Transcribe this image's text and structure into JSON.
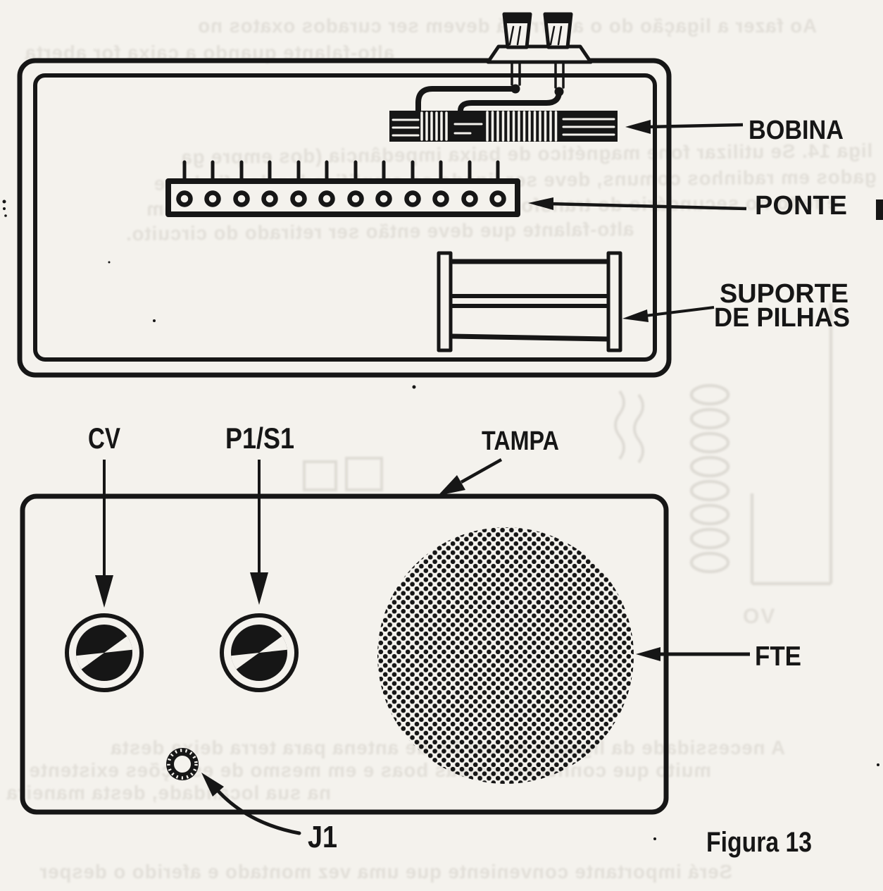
{
  "figure": {
    "caption": "Figura  13"
  },
  "top_view": {
    "labels": {
      "bobina": "BOBINA",
      "ponte": "PONTE",
      "suporte_line1": "SUPORTE",
      "suporte_line2": "DE PILHAS"
    }
  },
  "front_view": {
    "labels": {
      "cv": "CV",
      "p1s1": "P1/S1",
      "tampa": "TAMPA",
      "fte": "FTE",
      "j1": "J1"
    }
  },
  "colors": {
    "ink": "#161616",
    "paper": "#f4f2ed",
    "ghost": "#ccc8c0"
  },
  "ghost_text": {
    "note": "mirrored bleed-through from reverse page side",
    "lines": [
      "Ao fazer a ligação do  o a terra  lá devem ser curados oxatos  no",
      "alto-falante quando a caixa for aberta",
      "liga 14. Se utilizar fone magnético de baixa impedância (dos empre ga",
      "gados em radinhos comuns, deve ser ligado ao amplificador das fiadas e",
      "e feito no secundário do transformador de saída, nos fios do alto som",
      "alto-falante que deve então ser retirado do circuito.",
      "A necessidade da ligação de um fio de antena para terra deixa desta",
      "muito que conhecem coisas boas e em mesmo de estações existente",
      "na sua localidade, desta maneira",
      "Será importante conveniente que uma vez montado e aferido o desper",
      "OV"
    ]
  }
}
